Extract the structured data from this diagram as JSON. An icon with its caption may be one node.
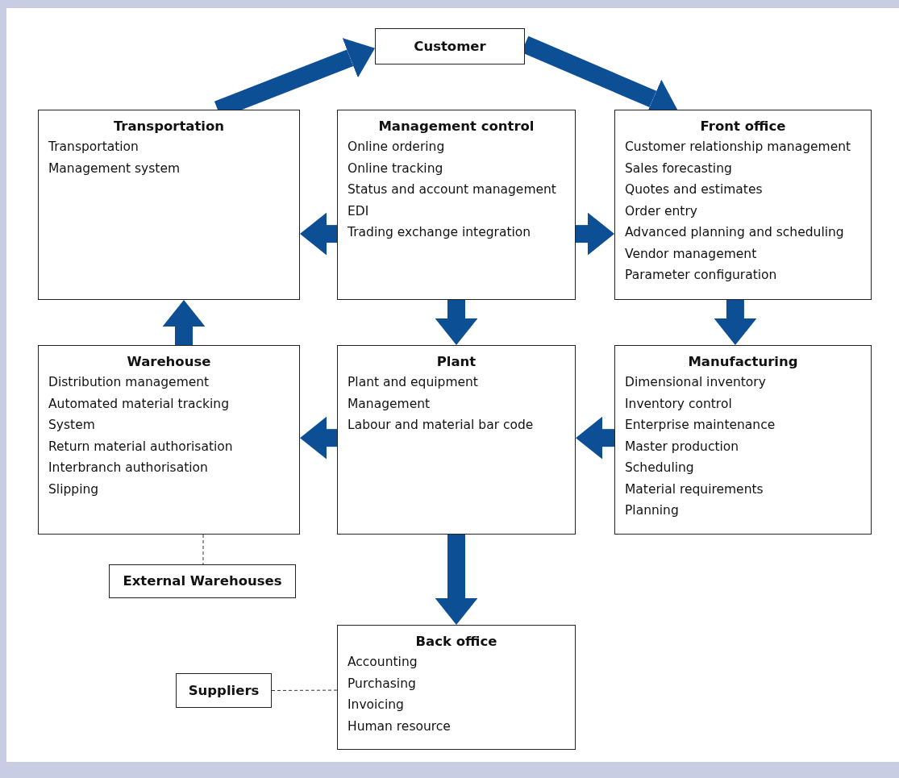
{
  "diagram": {
    "nodes": [
      {
        "text": [
          "Customer"
        ]
      },
      {
        "text": [
          "Transportation",
          "Transportation",
          "Management system"
        ]
      },
      {
        "text": [
          "Management control",
          "Online ordering",
          "Online tracking",
          "Status and account management",
          "EDI",
          "Trading exchange integration"
        ]
      },
      {
        "text": [
          "Front office",
          "Customer relationship management",
          "Sales forecasting",
          "Quotes and estimates",
          "Order entry",
          "Advanced planning and scheduling",
          "Vendor management",
          "Parameter configuration"
        ]
      },
      {
        "text": [
          "Warehouse",
          "Distribution management",
          "Automated material tracking",
          "System",
          "Return material authorisation",
          "Interbranch authorisation",
          "Slipping"
        ]
      },
      {
        "text": [
          "Plant",
          "Plant and equipment",
          "Management",
          "Labour and material bar code"
        ]
      },
      {
        "text": [
          "Manufacturing",
          "Dimensional inventory",
          "Inventory control",
          "Enterprise maintenance",
          "Master production",
          "Scheduling",
          "Material requirements",
          "Planning"
        ]
      },
      {
        "text": [
          "External Warehouses"
        ]
      },
      {
        "text": [
          "Back office",
          "Accounting",
          "Purchasing",
          "Invoicing",
          "Human resource"
        ]
      },
      {
        "text": [
          "Suppliers"
        ]
      }
    ],
    "edges": [
      {
        "from": 1,
        "to": 0,
        "arrow": "to"
      },
      {
        "from": 0,
        "to": 3,
        "arrow": "to"
      },
      {
        "from": 2,
        "to": 1,
        "arrow": "to"
      },
      {
        "from": 2,
        "to": 3,
        "arrow": "to"
      },
      {
        "from": 2,
        "to": 5,
        "arrow": "to"
      },
      {
        "from": 3,
        "to": 6,
        "arrow": "to"
      },
      {
        "from": 6,
        "to": 5,
        "arrow": "to"
      },
      {
        "from": 5,
        "to": 4,
        "arrow": "to"
      },
      {
        "from": 4,
        "to": 1,
        "arrow": "to"
      },
      {
        "from": 5,
        "to": 8,
        "arrow": "to"
      },
      {
        "from": 4,
        "to": 7,
        "arrow": "none",
        "style": "dashed",
        "color": "#333333"
      },
      {
        "from": 9,
        "to": 8,
        "arrow": "none",
        "style": "dashed",
        "color": "#333333"
      }
    ]
  }
}
